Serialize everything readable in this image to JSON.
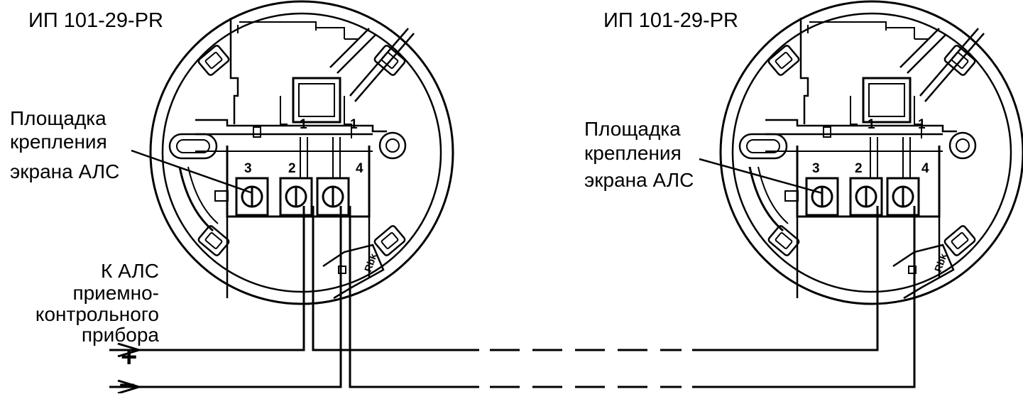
{
  "detectors": [
    {
      "title": "ИП 101-29-PR",
      "pad_label": [
        "Площадка",
        "крепления",
        "экрана АЛС"
      ],
      "terminals": [
        "3",
        "2",
        "4"
      ],
      "top_marks": [
        "1",
        "1"
      ],
      "stamp": "Rbk"
    },
    {
      "title": "ИП 101-29-PR",
      "pad_label": [
        "Площадка",
        "крепления",
        "экрана АЛС"
      ],
      "terminals": [
        "3",
        "2",
        "4"
      ],
      "top_marks": [
        "1",
        "1"
      ],
      "stamp": "Rbk"
    }
  ],
  "loop_label": [
    "К АЛС",
    "приемно-",
    "контрольного",
    "прибора"
  ],
  "polarity": {
    "plus": "+",
    "minus": "–"
  },
  "colors": {
    "line": "#000000",
    "background": "#ffffff"
  }
}
